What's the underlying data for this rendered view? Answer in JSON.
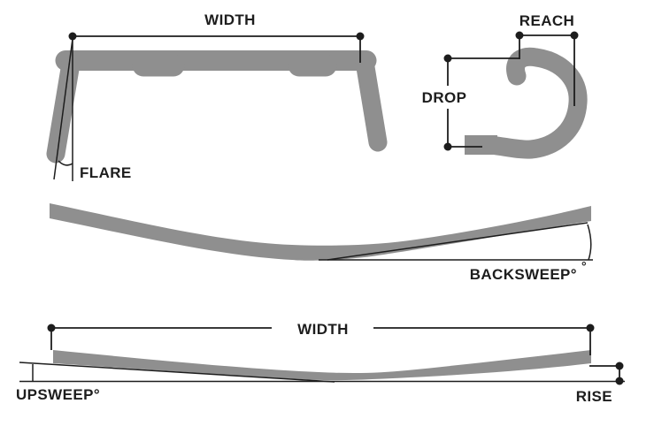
{
  "canvas": {
    "bg_color": "#ffffff",
    "bar_color": "#8f8f8f",
    "line_color": "#1d1d1d",
    "text_color": "#1d1d1d"
  },
  "figures": {
    "drop_bar_front_view": {
      "width_label": "WIDTH",
      "flare_label": "FLARE"
    },
    "drop_bar_side_view": {
      "reach_label": "REACH",
      "drop_label": "DROP"
    },
    "flat_bar_top_view": {
      "backsweep_label": "BACKSWEEP°",
      "extra_degree_symbol": "°"
    },
    "flat_bar_front_view": {
      "width_label": "WIDTH",
      "upsweep_label": "UPSWEEP°",
      "rise_label": "RISE"
    }
  }
}
